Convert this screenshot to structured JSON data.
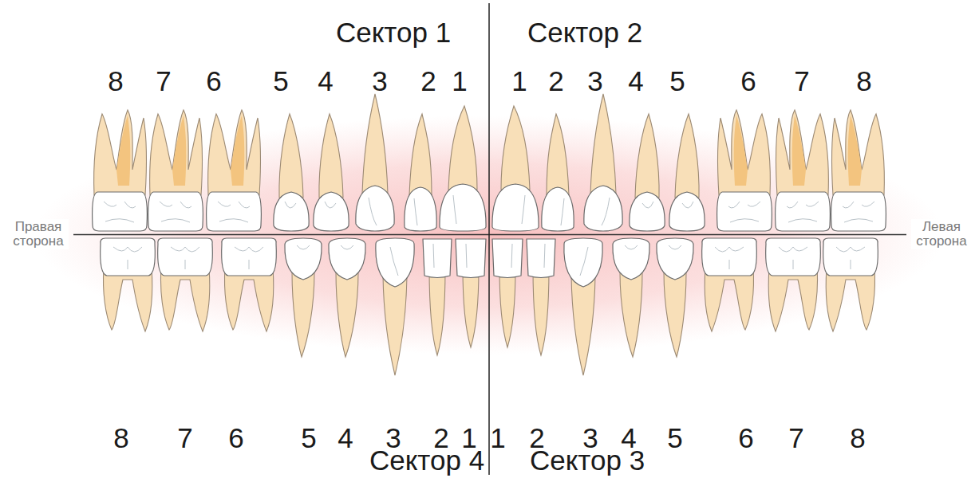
{
  "diagram": {
    "labels": [
      "Сектор 1",
      "Сектор 2",
      "8",
      "7",
      "6",
      "5",
      "4",
      "3",
      "2",
      "1",
      "1",
      "2",
      "3",
      "4",
      "5",
      "6",
      "7",
      "8",
      "Правая сторона",
      "Левая сторона",
      "8",
      "7",
      "6",
      "5",
      "4",
      "3",
      "2",
      "1",
      "1",
      "2",
      "3",
      "4",
      "5",
      "6",
      "7",
      "8",
      "Сектор 4",
      "Сектор 3"
    ]
  }
}
